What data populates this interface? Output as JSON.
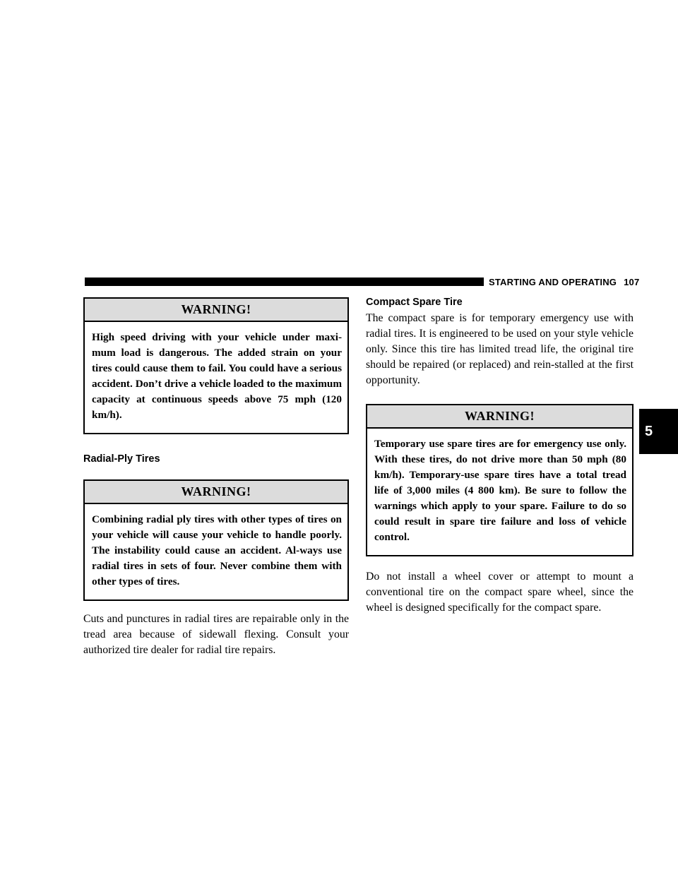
{
  "header": {
    "section": "STARTING AND OPERATING",
    "page_number": "107"
  },
  "chapter_tab": "5",
  "left": {
    "warning1": {
      "title": "WARNING!",
      "body": "High speed driving with your vehicle under maxi-mum load is dangerous. The added strain on your tires could cause them to fail. You could have a serious accident. Don’t drive a vehicle loaded to the maximum capacity at continuous speeds above 75 mph (120 km/h)."
    },
    "heading_radial": "Radial-Ply Tires",
    "warning2": {
      "title": "WARNING!",
      "body": "Combining radial ply tires with other types of tires on your vehicle will cause your vehicle to handle poorly. The instability could cause an accident. Al-ways use radial tires in sets of four. Never combine them with other types of tires."
    },
    "para_radial": "Cuts and punctures in radial tires are repairable only in the tread area because of sidewall flexing. Consult your authorized tire dealer for radial tire repairs."
  },
  "right": {
    "heading_spare": "Compact Spare Tire",
    "para_spare1": "The compact spare is for temporary emergency use with radial tires. It is engineered to be used on your style vehicle only. Since this tire has limited tread life, the original tire should be repaired (or replaced) and rein-stalled at the first opportunity.",
    "warning3": {
      "title": "WARNING!",
      "body": "Temporary use spare tires are for emergency use only. With these tires, do not drive more than 50 mph (80 km/h). Temporary-use spare tires have a total tread life of 3,000 miles (4 800 km). Be sure to follow the warnings which apply to your spare. Failure to do so could result in spare tire failure and loss of vehicle control."
    },
    "para_spare2": "Do not install a wheel cover or attempt to mount a conventional tire on the compact spare wheel, since the wheel is designed specifically for the compact spare."
  }
}
